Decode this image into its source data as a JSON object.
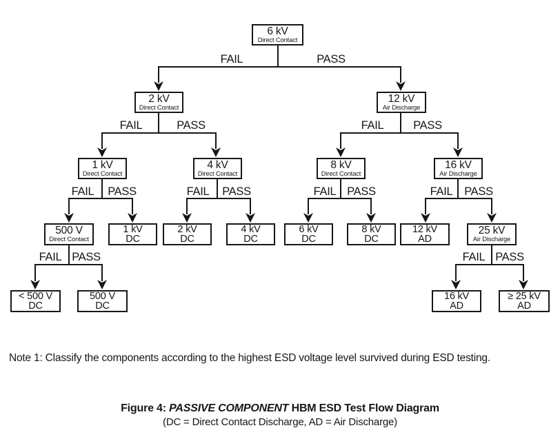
{
  "page": {
    "background": "#ffffff",
    "line_color": "#161616"
  },
  "flow": {
    "branch_labels": {
      "fail": "FAIL",
      "pass": "PASS"
    },
    "nodes": {
      "test_6kv": {
        "value": "6 kV",
        "method": "Direct Contact"
      },
      "test_2kv": {
        "value": "2 kV",
        "method": "Direct Contact"
      },
      "test_12kv": {
        "value": "12 kV",
        "method": "Air Discharge"
      },
      "test_1kv": {
        "value": "1 kV",
        "method": "Direct Contact"
      },
      "test_4kv": {
        "value": "4 kV",
        "method": "Direct Contact"
      },
      "test_8kv": {
        "value": "8 kV",
        "method": "Direct Contact"
      },
      "test_16kv": {
        "value": "16 kV",
        "method": "Air Discharge"
      },
      "test_500v": {
        "value": "500 V",
        "method": "Direct Contact"
      },
      "test_25kv": {
        "value": "25 kV",
        "method": "Air Discharge"
      },
      "class_lt_500v": {
        "value": "< 500 V",
        "method": "DC"
      },
      "class_500v": {
        "value": "500 V",
        "method": "DC"
      },
      "class_1kv": {
        "value": "1 kV",
        "method": "DC"
      },
      "class_2kv": {
        "value": "2 kV",
        "method": "DC"
      },
      "class_4kv": {
        "value": "4 kV",
        "method": "DC"
      },
      "class_6kv": {
        "value": "6 kV",
        "method": "DC"
      },
      "class_8kv": {
        "value": "8 kV",
        "method": "DC"
      },
      "class_12kv": {
        "value": "12 kV",
        "method": "AD"
      },
      "class_16kv": {
        "value": "16 kV",
        "method": "AD"
      },
      "class_ge_25kv": {
        "value": "≥ 25 kV",
        "method": "AD"
      }
    }
  },
  "note": "Note 1: Classify the components according to the highest ESD voltage level survived during ESD testing.",
  "caption": {
    "figure_label": "Figure 4:",
    "emphasis": "PASSIVE COMPONENT",
    "title_rest": "HBM ESD Test Flow Diagram",
    "subtitle": "(DC = Direct Contact Discharge, AD = Air Discharge)"
  }
}
